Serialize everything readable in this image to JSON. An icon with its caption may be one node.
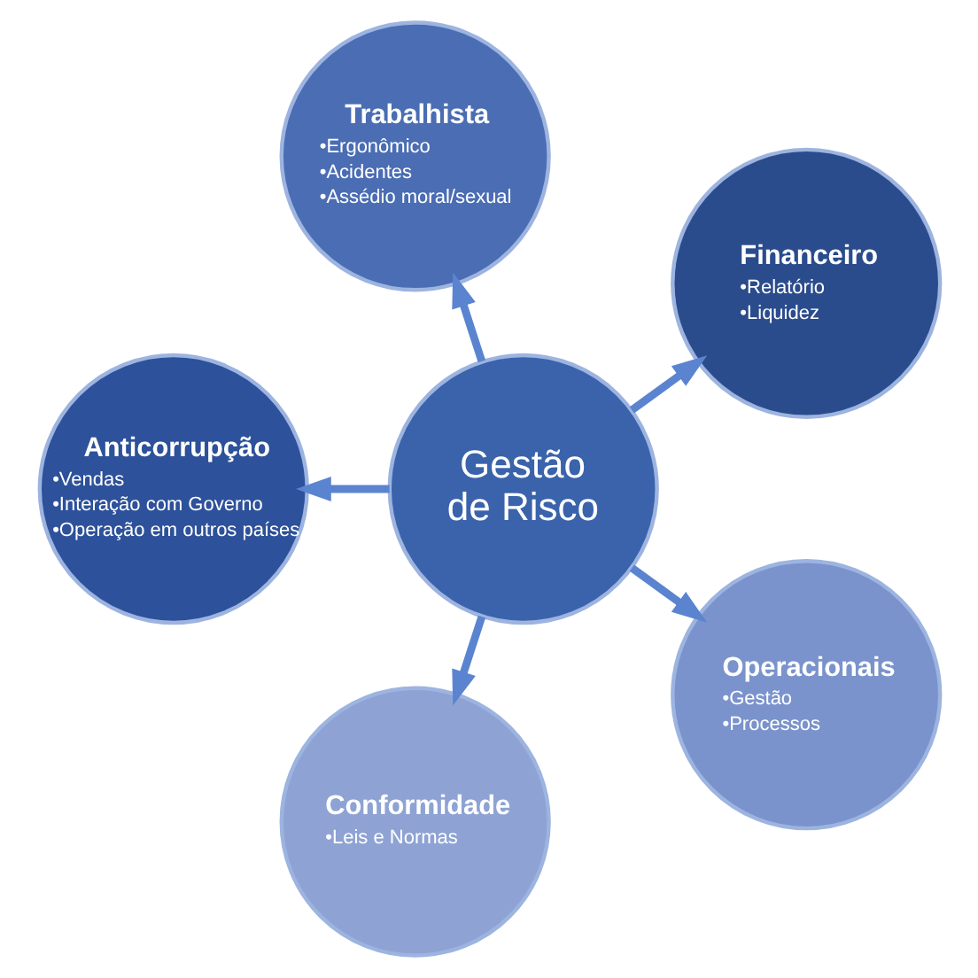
{
  "diagram": {
    "nodes": [
      {
        "text": [
          "Financeiro",
          "•Relatório",
          "•Liquidez"
        ]
      },
      {
        "text": [
          "Trabalhista",
          "•Ergonômico",
          "•Acidentes",
          "•Assédio moral/sexual"
        ]
      },
      {
        "text": [
          "Anticorrupção",
          "•Vendas",
          "•Interação com Governo",
          "•Operação em outros países"
        ]
      },
      {
        "text": [
          "Gestão de Risco"
        ]
      },
      {
        "text": [
          "Conformidade",
          "•Leis e Normas"
        ]
      },
      {
        "text": [
          "Operacionais",
          "•Gestão",
          "•Processos"
        ]
      }
    ],
    "edges": [
      {
        "from": 3,
        "to": 0,
        "arrow": "to"
      },
      {
        "from": 3,
        "to": 2,
        "arrow": "to"
      },
      {
        "from": 3,
        "to": 5,
        "arrow": "to"
      },
      {
        "from": 3,
        "to": 4,
        "arrow": "to"
      },
      {
        "from": 3,
        "to": 1,
        "arrow": "to"
      }
    ]
  }
}
